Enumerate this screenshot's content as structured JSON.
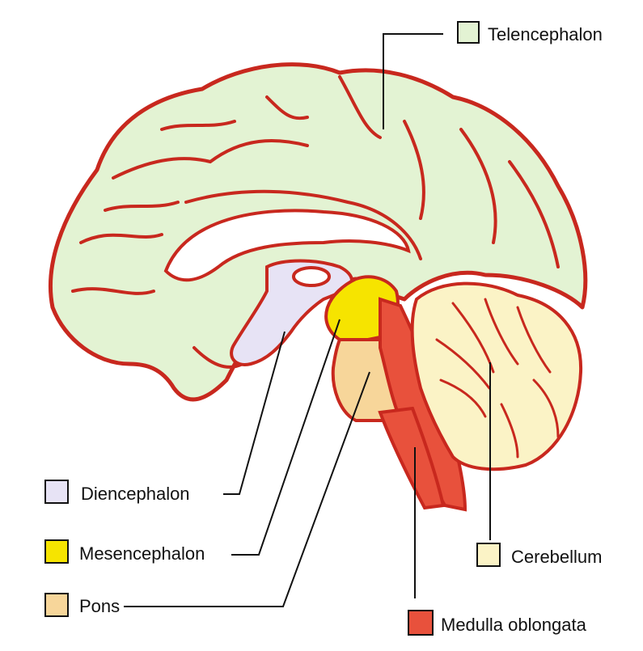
{
  "diagram": {
    "regions": [
      {
        "key": "telencephalon",
        "label": "Telencephalon",
        "color": "#e3f3d3"
      },
      {
        "key": "diencephalon",
        "label": "Diencephalon",
        "color": "#e7e3f5"
      },
      {
        "key": "mesencephalon",
        "label": "Mesencephalon",
        "color": "#f6e400"
      },
      {
        "key": "pons",
        "label": "Pons",
        "color": "#f7d69a"
      },
      {
        "key": "cerebellum",
        "label": "Cerebellum",
        "color": "#fbf3c6"
      },
      {
        "key": "medulla",
        "label": "Medulla oblongata",
        "color": "#e8513c"
      }
    ],
    "outline_color": "#c8281e",
    "leader_color": "#111111"
  }
}
